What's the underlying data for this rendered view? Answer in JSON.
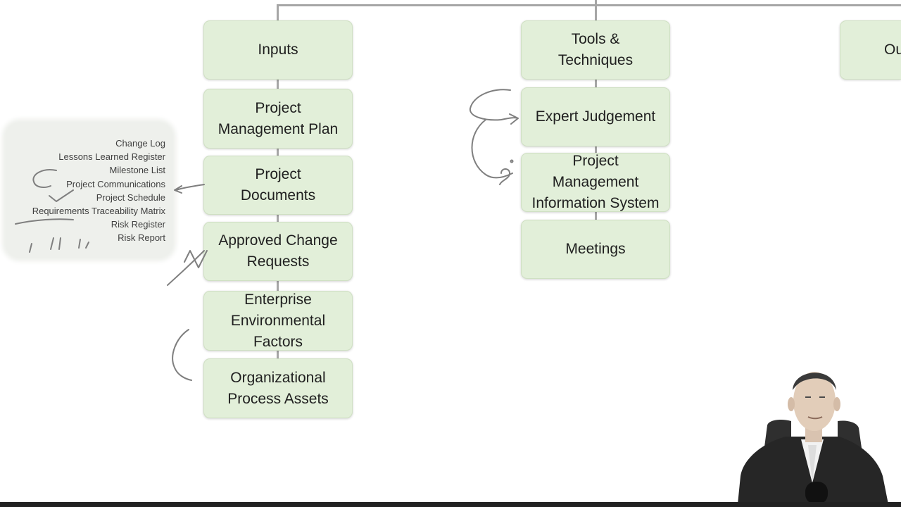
{
  "diagram": {
    "inputs": {
      "header": "Inputs",
      "items": [
        "Project\nManagement Plan",
        "Project\nDocuments",
        "Approved Change\nRequests",
        "Enterprise\nEnvironmental\nFactors",
        "Organizational\nProcess Assets"
      ]
    },
    "tools": {
      "header": "Tools &\nTechniques",
      "items": [
        "Expert Judgement",
        "Project\nManagement\nInformation System",
        "Meetings"
      ]
    },
    "outputs": {
      "header_partial": "Ou"
    },
    "project_documents_list": [
      "Change Log",
      "Lessons Learned Register",
      "Milestone List",
      "Project Communications",
      "Project Schedule",
      "Requirements Traceability Matrix",
      "Risk Register",
      "Risk Report"
    ]
  },
  "colors": {
    "box_fill": "#e2efd9",
    "connector": "#a6a6a6",
    "pen_ink": "#7f7f7f"
  }
}
